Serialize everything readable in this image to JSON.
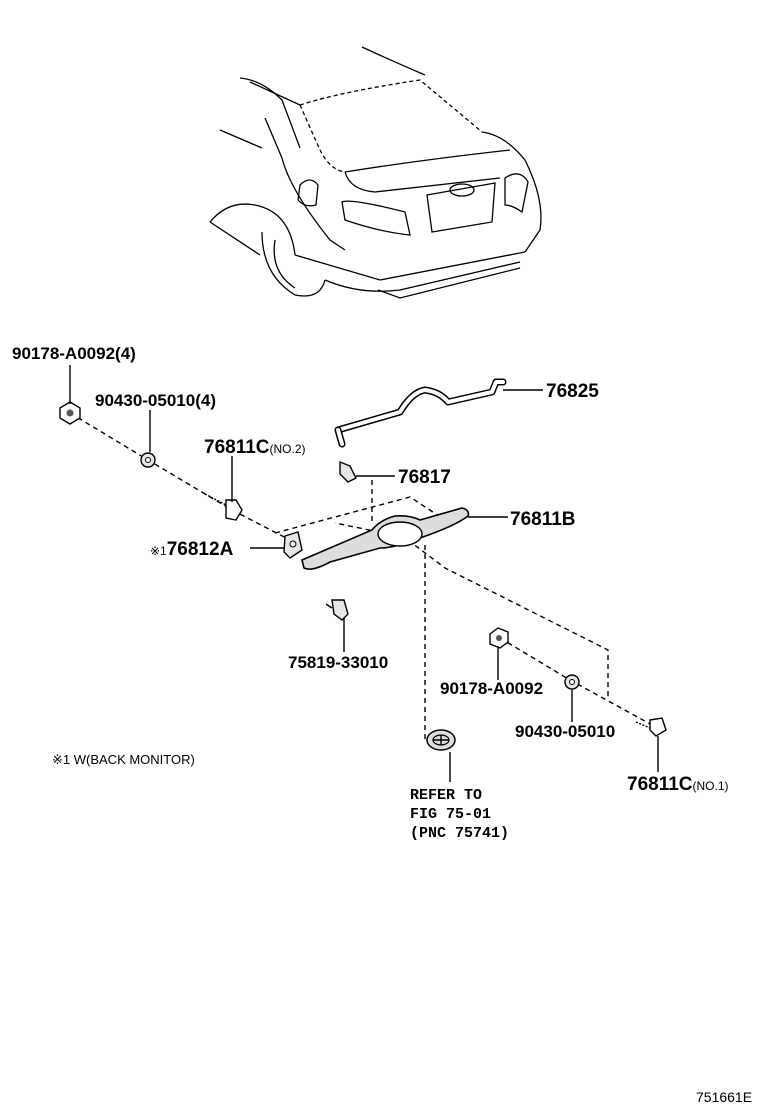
{
  "callouts": {
    "p1": "90178-A0092(4)",
    "p2": "90430-05010(4)",
    "p3_main": "76811C",
    "p3_sub": "(NO.2)",
    "p4_mark": "※1",
    "p4_main": "76812A",
    "p5": "76825",
    "p6": "76817",
    "p7": "76811B",
    "p8": "75819-33010",
    "p9": "90178-A0092",
    "p10": "90430-05010",
    "p11_main": "76811C",
    "p11_sub": "(NO.1)"
  },
  "refer": {
    "line1": "REFER TO",
    "line2": "FIG 75-01",
    "line3": "(PNC 75741)"
  },
  "footnote": "※1 W(BACK MONITOR)",
  "figure_code": "751661E"
}
